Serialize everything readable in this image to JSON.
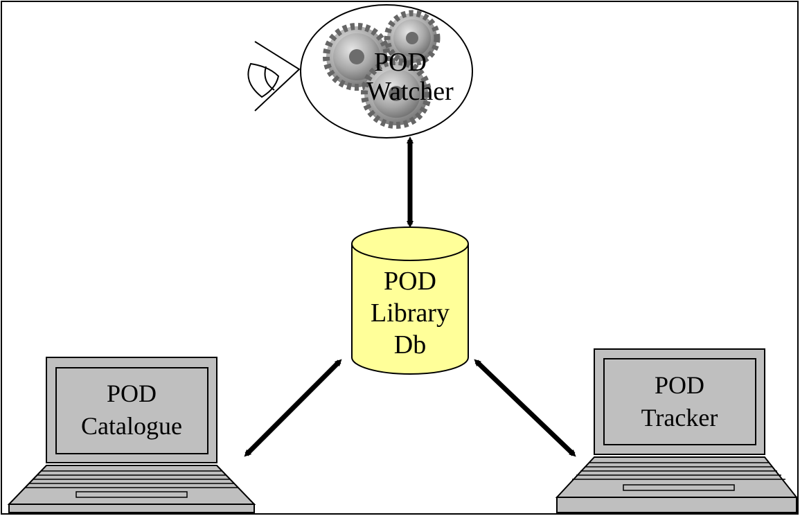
{
  "watcher": {
    "line1": "POD",
    "line2": "Watcher"
  },
  "database": {
    "line1": "POD",
    "line2": "Library",
    "line3": "Db"
  },
  "catalogue": {
    "line1": "POD",
    "line2": "Catalogue"
  },
  "tracker": {
    "line1": "POD",
    "line2": "Tracker"
  },
  "colors": {
    "cylinder": "#FFFF99",
    "laptop": "#BFBFBF",
    "gear": "#9a9a9a",
    "outline": "#000000"
  }
}
